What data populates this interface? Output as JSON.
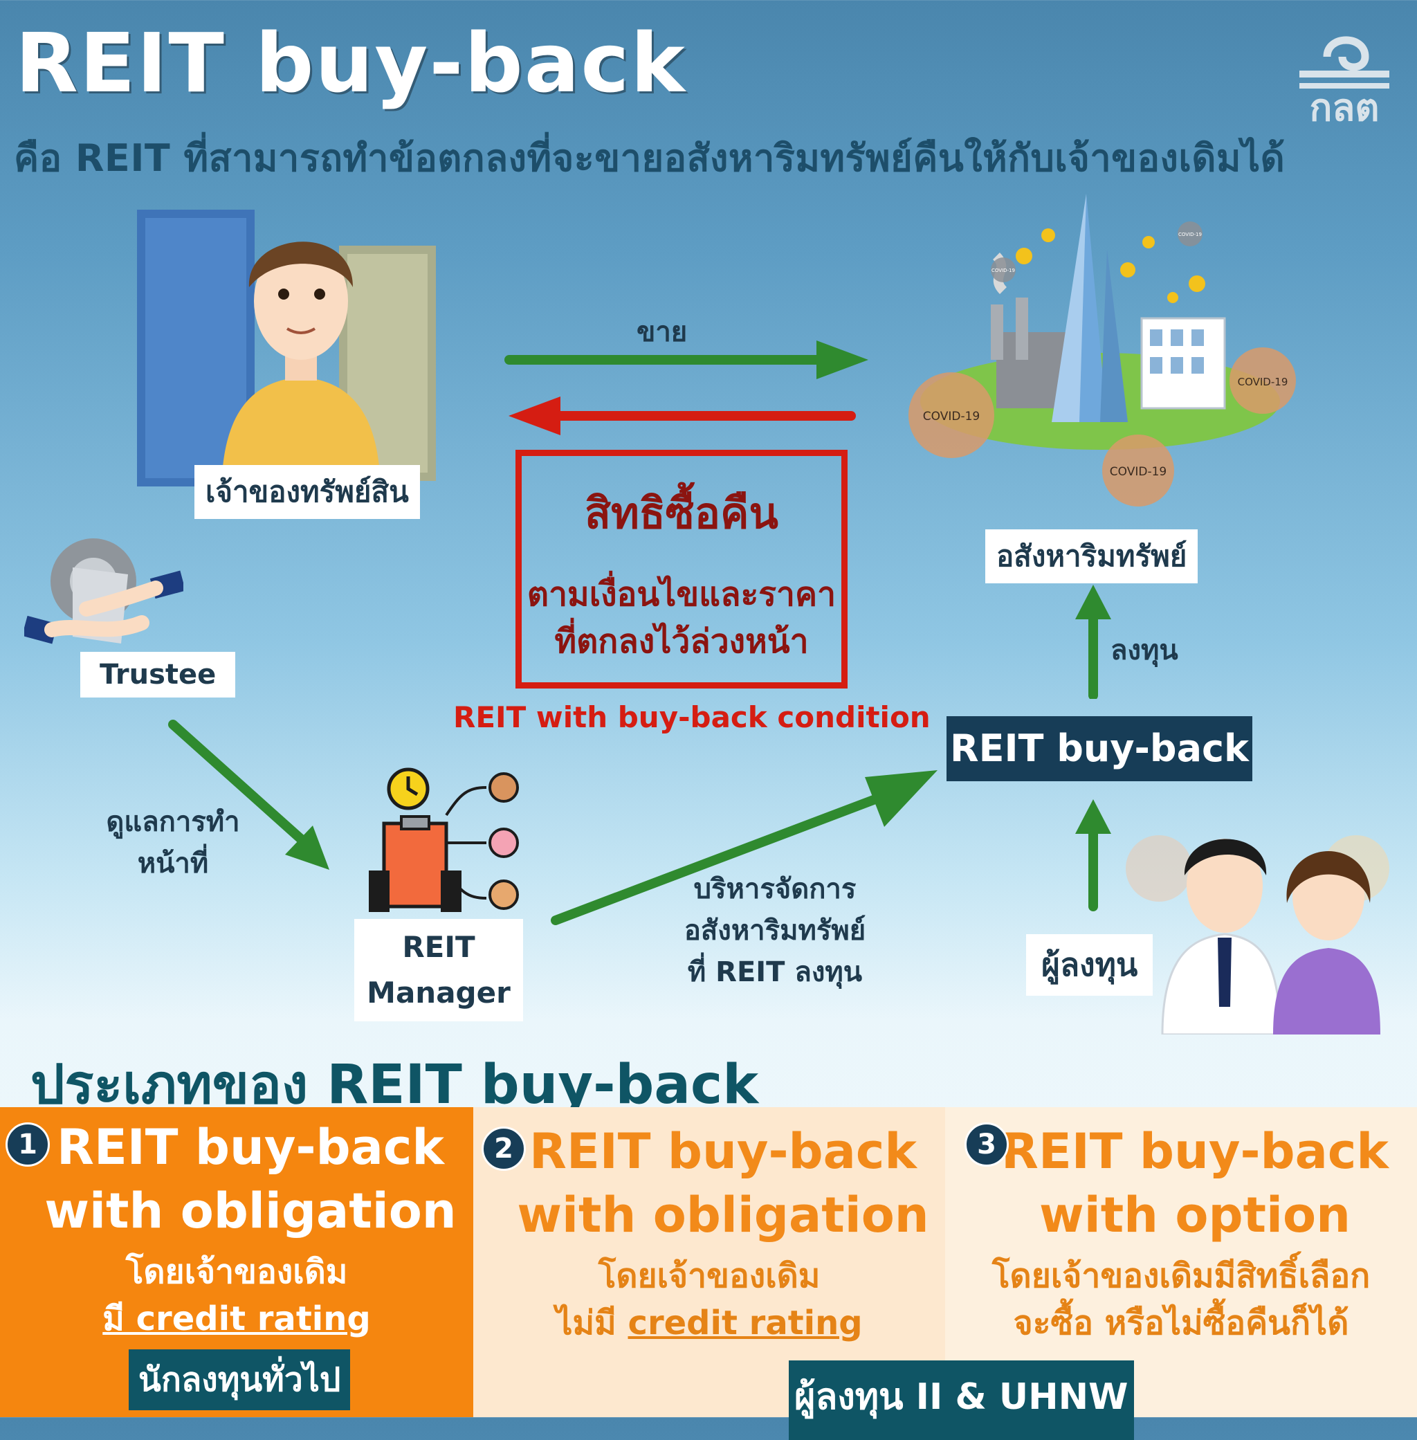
{
  "header": {
    "title": "REIT buy-back",
    "subtitle": "คือ REIT ที่สามารถทำข้อตกลงที่จะขายอสังหาริมทรัพย์คืนให้กับเจ้าของเดิมได้",
    "logo_text": "กลต"
  },
  "diagram": {
    "owner_label": "เจ้าของทรัพย์สิน",
    "sell_label": "ขาย",
    "property_label": "อสังหาริมทรัพย์",
    "buyback_box": {
      "title": "สิทธิซื้อคืน",
      "line1": "ตามเงื่อนไขและราคา",
      "line2": "ที่ตกลงไว้ล่วงหน้า"
    },
    "condition_caption": "REIT with buy-back condition",
    "trustee_label": "Trustee",
    "supervise_line1": "ดูแลการทำ",
    "supervise_line2": "หน้าที่",
    "manager_line1": "REIT",
    "manager_line2": "Manager",
    "manage_line1": "บริหารจัดการ",
    "manage_line2": "อสังหาริมทรัพย์",
    "manage_line3": "ที่ REIT ลงทุน",
    "reit_box": "REIT buy-back",
    "invest_label": "ลงทุน",
    "investor_label": "ผู้ลงทุน",
    "covid_tags": [
      "COVID-19",
      "COVID-19",
      "COVID-19",
      "COVID-19",
      "COVID-19"
    ]
  },
  "types": {
    "heading": "ประเภทของ REIT buy-back",
    "items": [
      {
        "number": "1",
        "title_line1": "REIT buy-back",
        "title_line2": "with obligation",
        "desc_line1": "โดยเจ้าของเดิม",
        "desc_line2": "มี credit rating",
        "tag": "นักลงทุนทั่วไป"
      },
      {
        "number": "2",
        "title_line1": "REIT buy-back",
        "title_line2": "with obligation",
        "desc_line1": "โดยเจ้าของเดิม",
        "desc_line2_prefix": "ไม่มี",
        "desc_line2_underlined": "credit rating"
      },
      {
        "number": "3",
        "title_line1": "REIT buy-back",
        "title_line2": "with option",
        "desc_line1": "โดยเจ้าของเดิมมีสิทธิ์เลือก",
        "desc_line2": "จะซื้อ หรือไม่ซื้อคืนก็ได้"
      }
    ],
    "shared_tag": "ผู้ลงทุน II & UHNW"
  },
  "colors": {
    "green_arrow": "#2f8a2f",
    "red_arrow": "#d51d12",
    "navy": "#173d57",
    "teal": "#0f5565",
    "orange": "#f5860f"
  }
}
